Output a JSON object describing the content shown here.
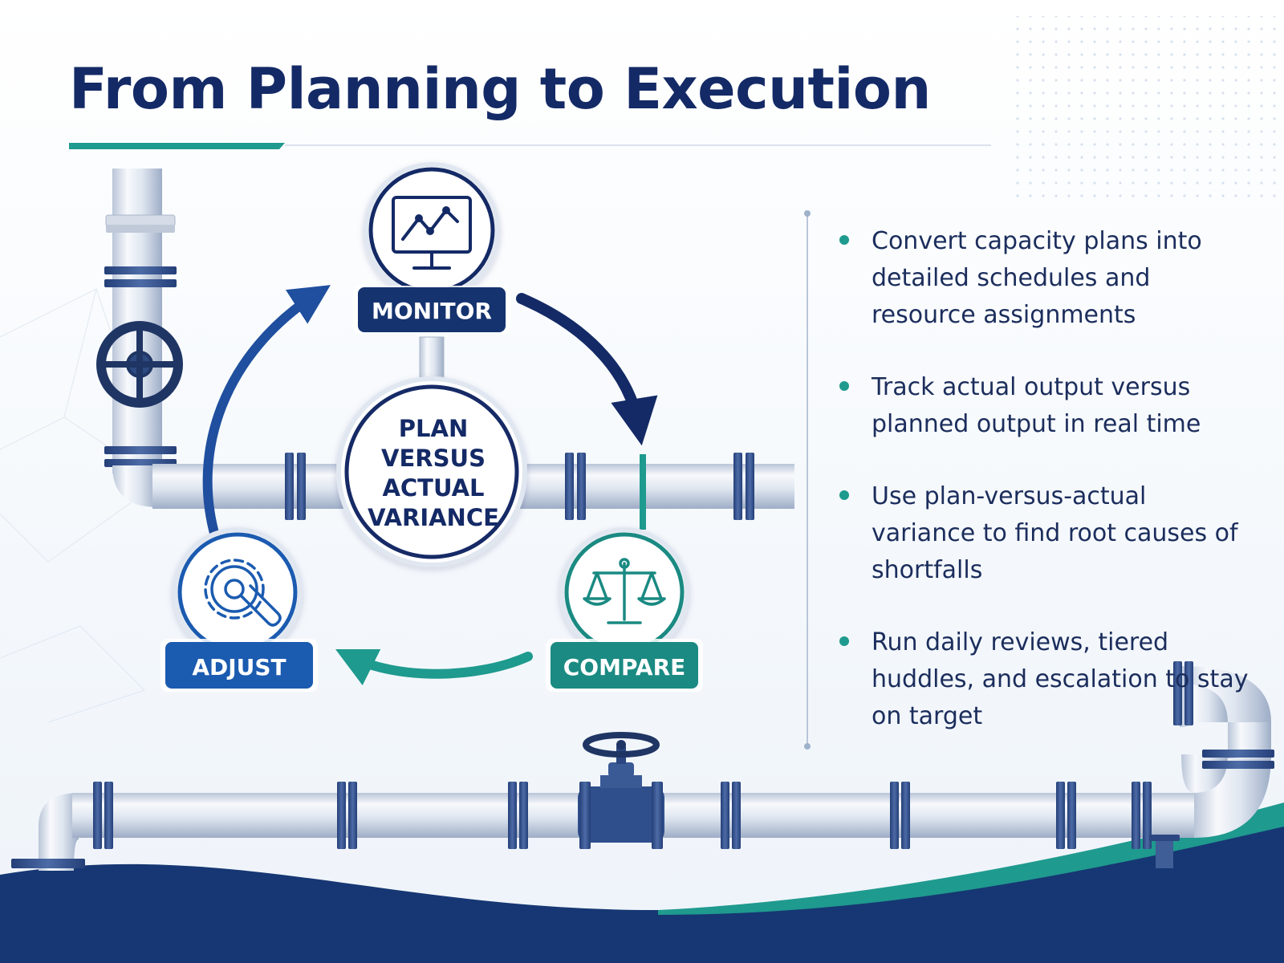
{
  "header": {
    "title": "From Planning to Execution"
  },
  "cycle": {
    "center_lines": [
      "PLAN",
      "VERSUS",
      "ACTUAL",
      "VARIANCE"
    ],
    "steps": [
      {
        "label": "MONITOR",
        "icon": "monitor-chart-icon",
        "color": "#15336f"
      },
      {
        "label": "COMPARE",
        "icon": "balance-scale-icon",
        "color": "#1a8a82"
      },
      {
        "label": "ADJUST",
        "icon": "gear-wrench-icon",
        "color": "#1b5bb0"
      }
    ]
  },
  "bullets": [
    "Convert capacity plans into detailed schedules and resource assignments",
    "Track actual output versus planned output in real time",
    "Use plan-versus-actual variance to find root causes of shortfalls",
    "Run daily reviews, tiered huddles, and escalation to stay on target"
  ],
  "colors": {
    "navy": "#142a66",
    "teal": "#1f9a8e",
    "blue": "#1b5bb0",
    "pipe": "#e3e9f2",
    "flange": "#3f5d96"
  }
}
